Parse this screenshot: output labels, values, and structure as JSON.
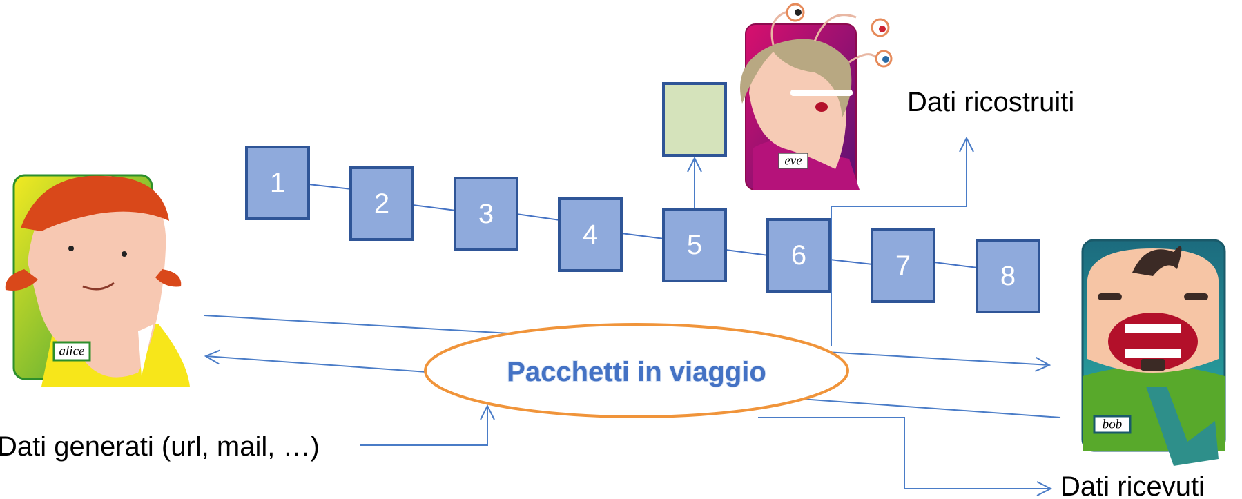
{
  "packets": [
    "1",
    "2",
    "3",
    "4",
    "5",
    "6",
    "7",
    "8"
  ],
  "bubble": {
    "label": "Pacchetti in viaggio"
  },
  "captions": {
    "generated": "Dati generati (url, mail, …)",
    "rebuilt": "Dati ricostruiti",
    "received": "Dati ricevuti"
  },
  "characters": {
    "alice": "alice",
    "eve": "eve",
    "bob": "bob"
  },
  "colors": {
    "packet_fill": "#8faadc",
    "packet_stroke": "#2f5597",
    "intercepted_fill": "#d5e3bb",
    "bubble_outline": "#f0943a",
    "arrow": "#4a7cc7"
  }
}
